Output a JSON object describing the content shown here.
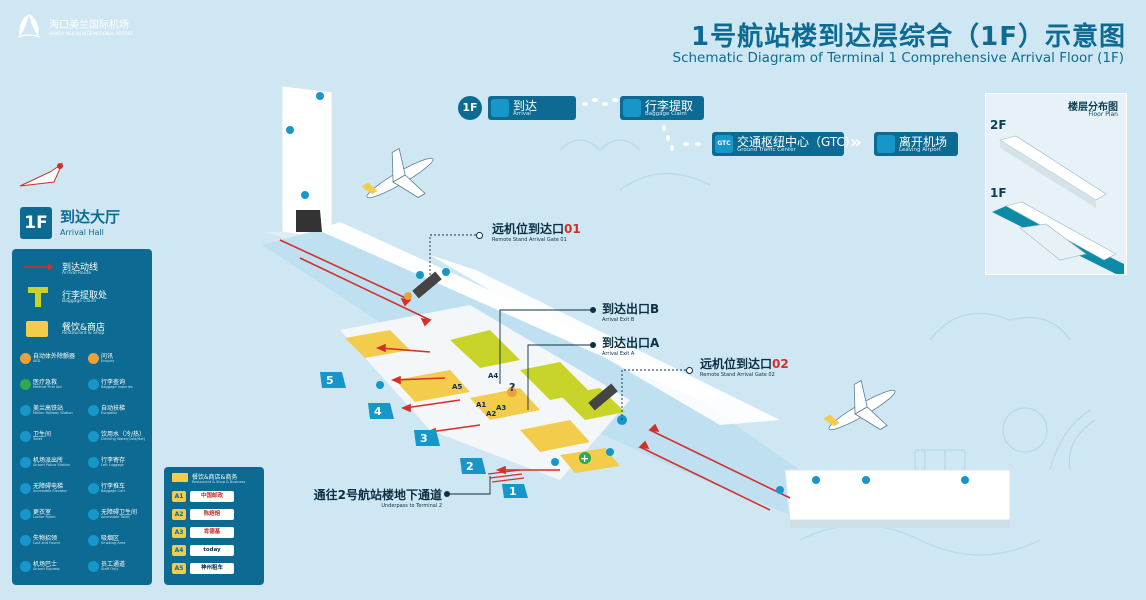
{
  "airport": {
    "name_cn": "海口美兰国际机场",
    "name_en": "HAIKOU MEILAN INTERNATIONAL AIRPORT"
  },
  "header": {
    "title_cn": "1号航站楼到达层综合（1F）示意图",
    "title_en": "Schematic Diagram of Terminal 1 Comprehensive Arrival Floor (1F)"
  },
  "flow": {
    "floor_badge": "1F",
    "steps": [
      {
        "cn": "到达",
        "en": "Arrival"
      },
      {
        "cn": "行李提取",
        "en": "Baggage Claim"
      },
      {
        "cn": "交通枢纽中心（GTC）",
        "en": "Ground Traffic Center",
        "badge": "GTC"
      },
      {
        "cn": "离开机场",
        "en": "Leaving Airport"
      }
    ],
    "arrow_glyph": "»"
  },
  "floor": {
    "label": "1F",
    "hall_cn": "到达大厅",
    "hall_en": "Arrival Hall"
  },
  "legend": {
    "main": [
      {
        "cn": "到达动线",
        "en": "Arrival Route"
      },
      {
        "cn": "行李提取处",
        "en": "Baggage Claim"
      },
      {
        "cn": "餐饮&商店",
        "en": "Restaurant & Shop"
      }
    ],
    "facilities": [
      {
        "cn": "自动体外除颤器",
        "en": "AED",
        "color": "#e8a23a"
      },
      {
        "cn": "问讯",
        "en": "Enquiry",
        "color": "#e8a23a"
      },
      {
        "cn": "医疗急救",
        "en": "Medical First Aid",
        "color": "#2fa84f"
      },
      {
        "cn": "行李查询",
        "en": "Baggage Inquiries",
        "color": "#1796c9"
      },
      {
        "cn": "美兰高铁站",
        "en": "Meilan Railway Station",
        "color": "#1796c9"
      },
      {
        "cn": "自动扶梯",
        "en": "Escalator",
        "color": "#1796c9"
      },
      {
        "cn": "卫生间",
        "en": "Toilet",
        "color": "#1796c9"
      },
      {
        "cn": "饮用水（冷/热）",
        "en": "Drinking Water(Cold/Hot)",
        "color": "#1796c9"
      },
      {
        "cn": "机场派出所",
        "en": "Airport Police Station",
        "color": "#1796c9"
      },
      {
        "cn": "行李寄存",
        "en": "Left Luggage",
        "color": "#1796c9"
      },
      {
        "cn": "无障碍电梯",
        "en": "Accessible Elevator",
        "color": "#1796c9"
      },
      {
        "cn": "行李推车",
        "en": "Baggage Cart",
        "color": "#1796c9"
      },
      {
        "cn": "更衣室",
        "en": "Locker Room",
        "color": "#1796c9"
      },
      {
        "cn": "无障碍卫生间",
        "en": "Accessible Toilet",
        "color": "#1796c9"
      },
      {
        "cn": "失物招领",
        "en": "Lost and Found",
        "color": "#1796c9"
      },
      {
        "cn": "吸烟区",
        "en": "Smoking Area",
        "color": "#1796c9"
      },
      {
        "cn": "机场巴士",
        "en": "Airport Express",
        "color": "#1796c9"
      },
      {
        "cn": "员工通道",
        "en": "Staff Only",
        "color": "#1796c9"
      }
    ]
  },
  "shops": {
    "header_cn": "餐饮&商店&商务",
    "header_en": "Restaurant & Shop & Business",
    "items": [
      {
        "code": "A1",
        "brand": "中国邮政",
        "color": "#c5322b"
      },
      {
        "code": "A2",
        "brand": "陈焙焙",
        "color": "#c5322b"
      },
      {
        "code": "A3",
        "brand": "肯德基",
        "color": "#c5322b"
      },
      {
        "code": "A4",
        "brand": "today",
        "color": "#0b2f45"
      },
      {
        "code": "A5",
        "brand": "神州租车",
        "color": "#0b2f45"
      }
    ]
  },
  "floorplan": {
    "title_cn": "楼层分布图",
    "title_en": "Floor Plan",
    "levels": [
      "2F",
      "1F"
    ]
  },
  "map": {
    "callouts": [
      {
        "cn": "远机位到达口",
        "num": "01",
        "en": "Remote Stand Arrival Gate 01"
      },
      {
        "cn": "到达出口B",
        "num": "",
        "en": "Arrival Exit B"
      },
      {
        "cn": "到达出口A",
        "num": "",
        "en": "Arrival Exit A"
      },
      {
        "cn": "远机位到达口",
        "num": "02",
        "en": "Remote Stand Arrival Gate 02"
      },
      {
        "cn": "通往2号航站楼地下通道",
        "num": "",
        "en": "Underpass to Terminal 2"
      }
    ],
    "exits": [
      "1",
      "2",
      "3",
      "4",
      "5"
    ],
    "shop_codes": [
      "A1",
      "A2",
      "A3",
      "A4",
      "A5"
    ],
    "colors": {
      "route": "#d2302b",
      "floor": "#bfe0f1",
      "building": "#ffffff",
      "baggage": "#c9d42b",
      "shop": "#f3cc4c",
      "accent": "#0d6b93"
    }
  }
}
